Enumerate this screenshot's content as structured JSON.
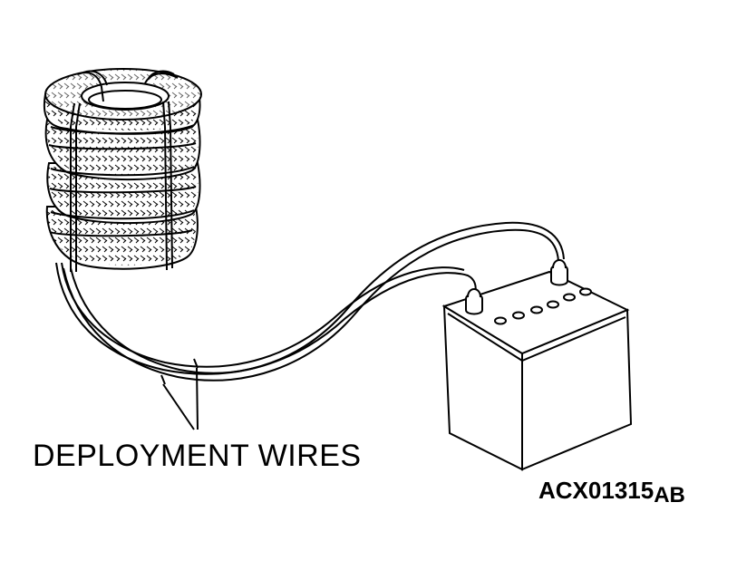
{
  "diagram": {
    "label_wires": "DEPLOYMENT WIRES",
    "figure_code": "ACX01315",
    "figure_code_suffix": "AB",
    "colors": {
      "ink": "#000000",
      "paper": "#ffffff"
    }
  }
}
